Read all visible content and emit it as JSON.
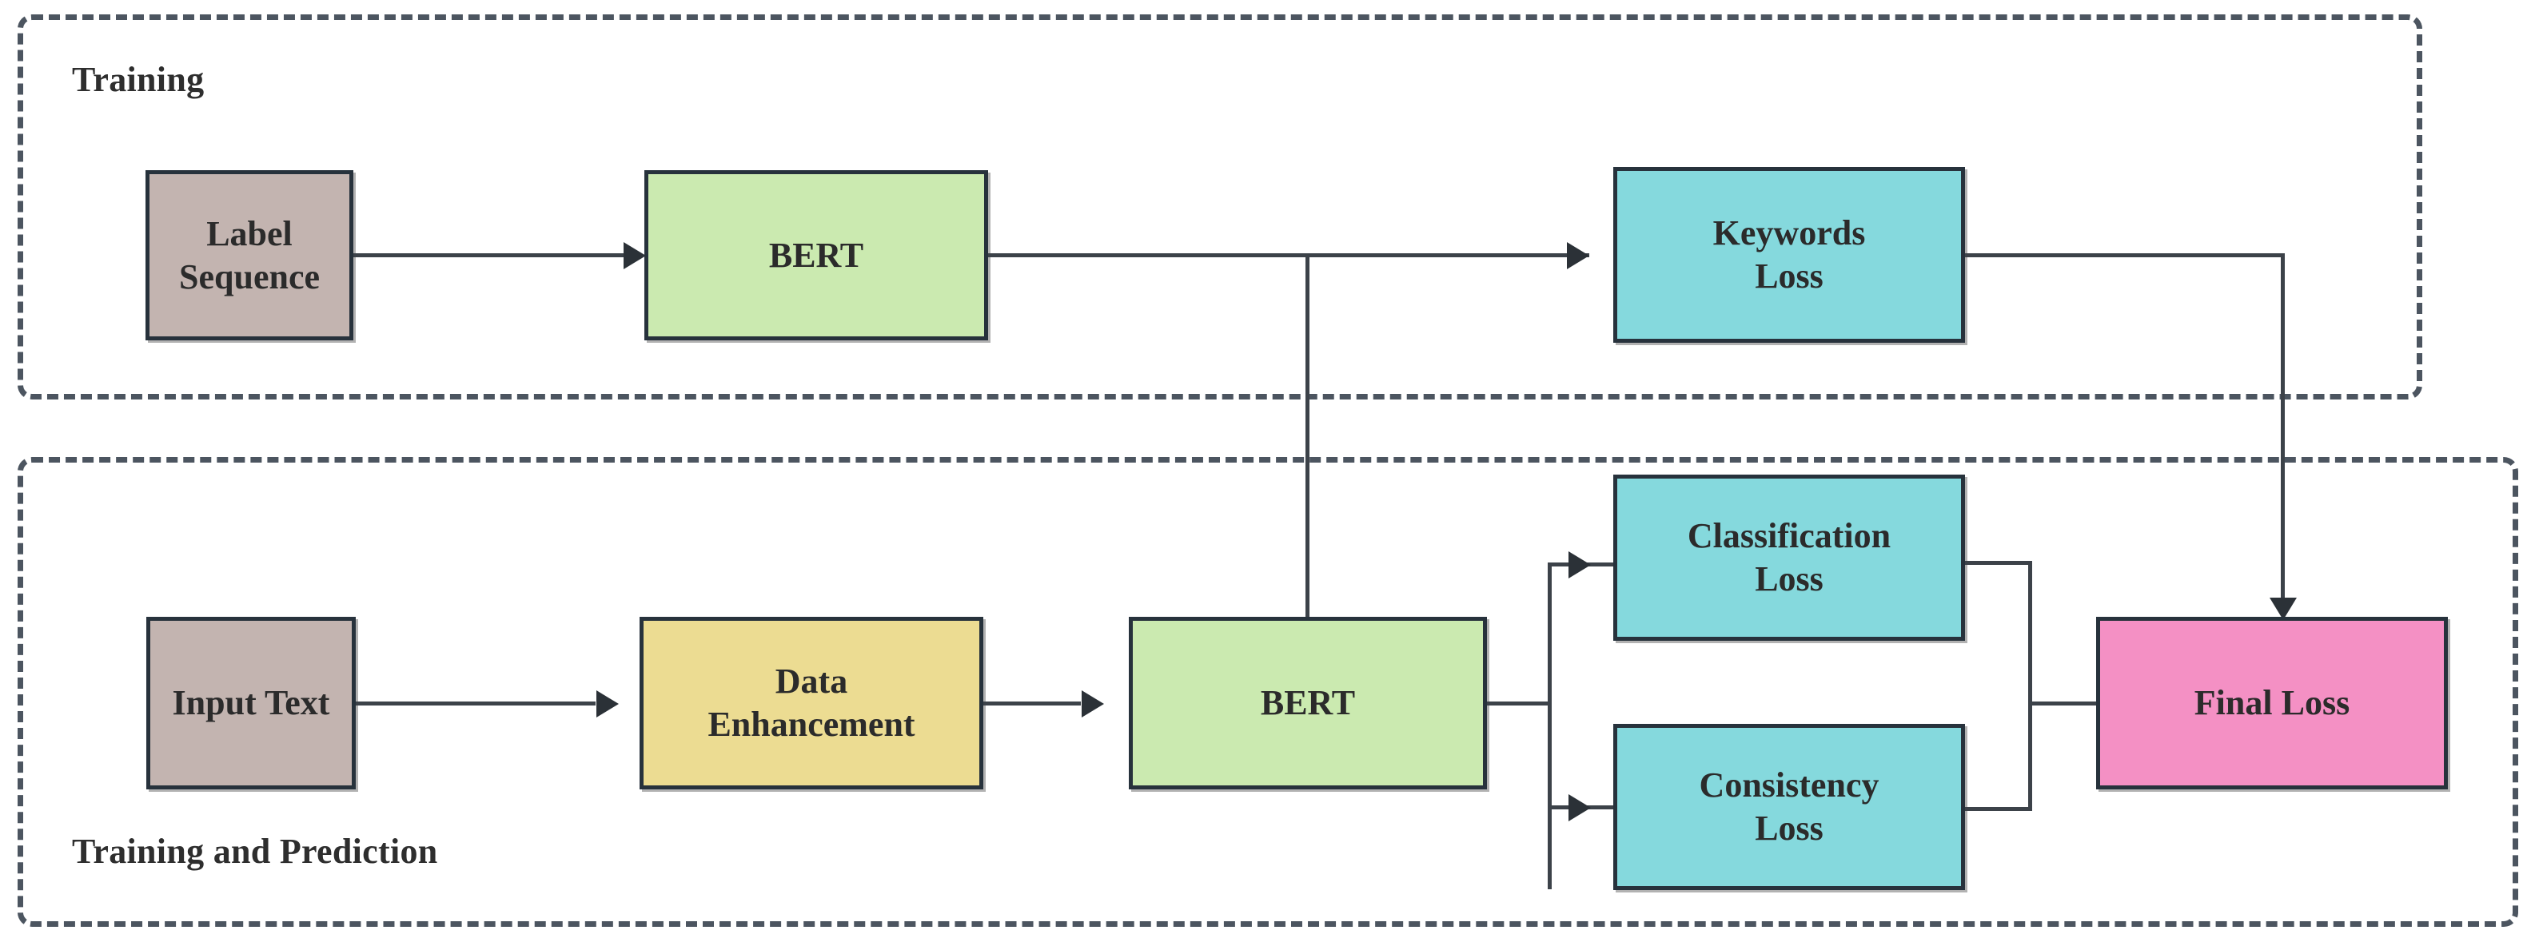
{
  "diagram": {
    "title": "Training and Prediction model architecture flow",
    "groups": [
      {
        "key": "training",
        "label": "Training"
      },
      {
        "key": "train_pred",
        "label": "Training and Prediction"
      }
    ],
    "nodes": [
      {
        "key": "label_sequence",
        "label": "Label\nSequence",
        "color": "#c3b4b0"
      },
      {
        "key": "bert_top",
        "label": "BERT",
        "color": "#cbeab0"
      },
      {
        "key": "keywords_loss",
        "label": "Keywords\nLoss",
        "color": "#85d9dd"
      },
      {
        "key": "input_text",
        "label": "Input Text",
        "color": "#c3b4b0"
      },
      {
        "key": "data_enhancement",
        "label": "Data\nEnhancement",
        "color": "#ecdc92"
      },
      {
        "key": "bert_bottom",
        "label": "BERT",
        "color": "#cbeab0"
      },
      {
        "key": "classification_loss",
        "label": "Classification\nLoss",
        "color": "#85d9dd"
      },
      {
        "key": "consistency_loss",
        "label": "Consistency\nLoss",
        "color": "#85d9dd"
      },
      {
        "key": "final_loss",
        "label": "Final Loss",
        "color": "#f490c4"
      }
    ],
    "edges": [
      {
        "from": "label_sequence",
        "to": "bert_top"
      },
      {
        "from": "bert_top",
        "to": "keywords_loss"
      },
      {
        "from": "bert_top",
        "to": "bert_bottom"
      },
      {
        "from": "keywords_loss",
        "to": "final_loss"
      },
      {
        "from": "input_text",
        "to": "data_enhancement"
      },
      {
        "from": "data_enhancement",
        "to": "bert_bottom"
      },
      {
        "from": "bert_bottom",
        "to": "classification_loss"
      },
      {
        "from": "bert_bottom",
        "to": "consistency_loss"
      },
      {
        "from": "classification_loss",
        "to": "final_loss"
      },
      {
        "from": "consistency_loss",
        "to": "final_loss"
      }
    ],
    "palette": {
      "taupe": "#c3b4b0",
      "green": "#cbeab0",
      "cyan": "#85d9dd",
      "yellow": "#ecdc92",
      "pink": "#f490c4",
      "border": "#27323c",
      "dashed": "#4c5560",
      "line": "#3c4249",
      "text": "#2b2b2b"
    }
  }
}
